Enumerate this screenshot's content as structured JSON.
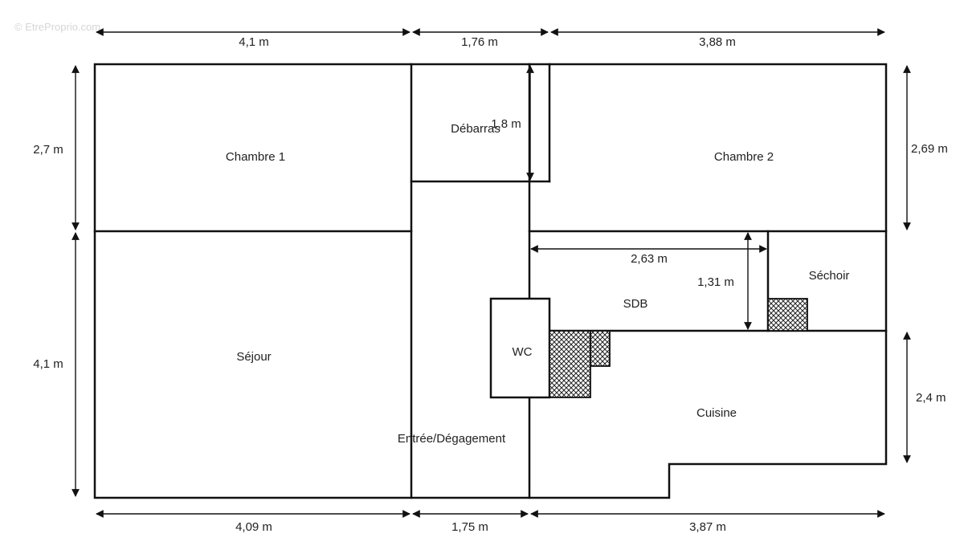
{
  "watermark": "© EtreProprio.com",
  "colors": {
    "wall": "#111111",
    "dimension": "#111111",
    "hatch": "#222222",
    "text": "#222222"
  },
  "rooms": {
    "chambre1": "Chambre 1",
    "debarras": "Débarras",
    "chambre2": "Chambre 2",
    "sejour": "Séjour",
    "entree": "Entrée/Dégagement",
    "wc": "WC",
    "sdb": "SDB",
    "sechoir": "Séchoir",
    "cuisine": "Cuisine"
  },
  "dimensions": {
    "top_left": "4,1 m",
    "top_middle": "1,76 m",
    "top_right": "3,88 m",
    "bottom_left": "4,09 m",
    "bottom_middle": "1,75 m",
    "bottom_right": "3,87 m",
    "left_upper": "2,7 m",
    "left_lower": "4,1 m",
    "right_upper": "2,69 m",
    "right_lower": "2,4 m",
    "debarras_height": "1,8 m",
    "sdb_width": "2,63 m",
    "sdb_height": "1,31 m"
  }
}
